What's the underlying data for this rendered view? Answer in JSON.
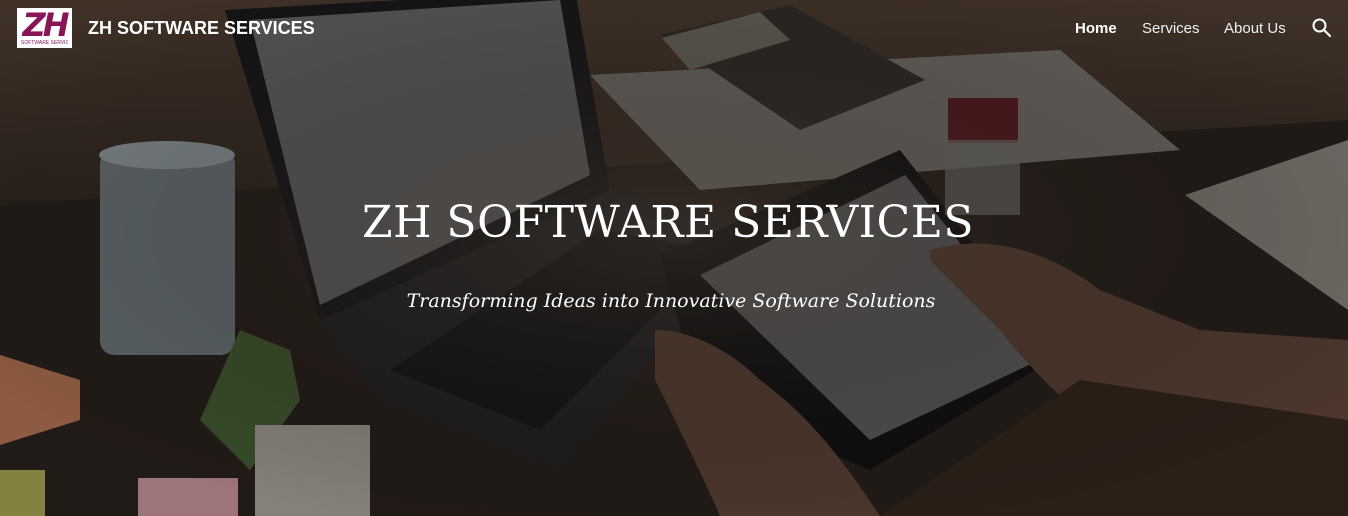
{
  "header": {
    "logo_text": "ZH",
    "logo_subtext": "SOFTWARE SERVICES",
    "site_title": "ZH SOFTWARE SERVICES"
  },
  "nav": {
    "items": [
      {
        "label": "Home",
        "active": true
      },
      {
        "label": "Services",
        "active": false
      },
      {
        "label": "About Us",
        "active": false
      }
    ],
    "search_icon": "search-icon"
  },
  "hero": {
    "title": "ZH SOFTWARE SERVICES",
    "tagline": "Transforming Ideas into Innovative Software Solutions"
  },
  "colors": {
    "brand": "#8a1456",
    "text": "#ffffff"
  }
}
